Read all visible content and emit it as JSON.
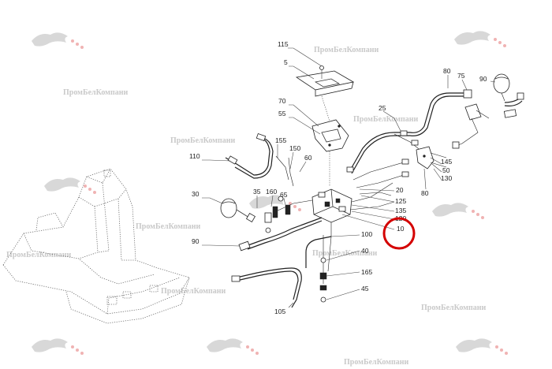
{
  "watermark_text": "ПромБелКомпани",
  "highlight": {
    "callout": "10",
    "color": "#d40000"
  },
  "callouts": {
    "c115": "115",
    "c5": "5",
    "c70": "70",
    "c55": "55",
    "c110": "110",
    "c155": "155",
    "c150": "150",
    "c60": "60",
    "c30": "30",
    "c35": "35",
    "c160": "160",
    "c65": "65",
    "c90a": "90",
    "c25": "25",
    "c80a": "80",
    "c75": "75",
    "c90b": "90",
    "c145": "145",
    "c50": "50",
    "c130": "130",
    "c80b": "80",
    "c20": "20",
    "c125": "125",
    "c135": "135",
    "c120": "120",
    "c10": "10",
    "c100": "100",
    "c40": "40",
    "c165": "165",
    "c45": "45",
    "c105": "105"
  }
}
